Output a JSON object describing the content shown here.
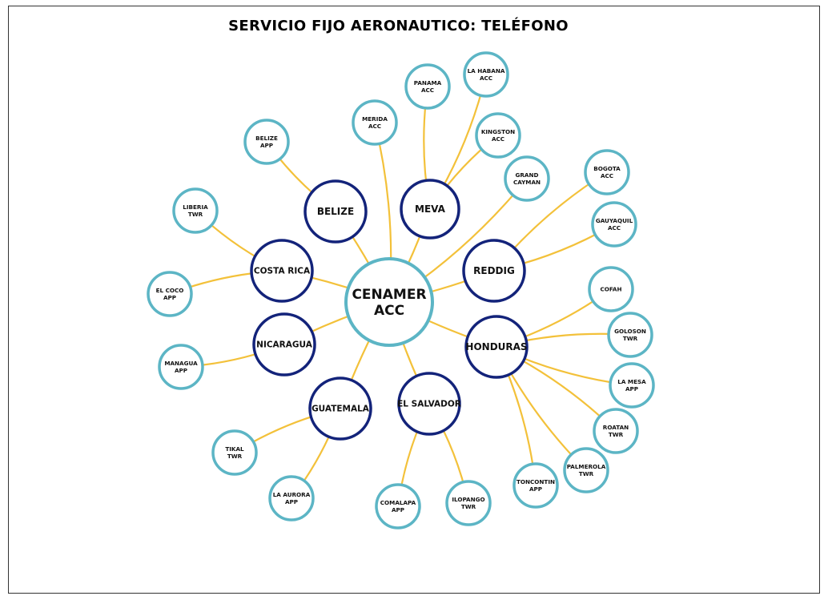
{
  "title": "SERVICIO FIJO AERONAUTICO: TELÉFONO",
  "colors": {
    "center_ring": "#5cb5c5",
    "hub_ring": "#13237a",
    "leaf_ring": "#5cb5c5",
    "edge": "#f3c13a"
  },
  "center": {
    "id": "cenamer",
    "lines": [
      "CENAMER",
      "ACC"
    ]
  },
  "hubs": [
    {
      "id": "belize",
      "lines": [
        "BELIZE"
      ]
    },
    {
      "id": "meva",
      "lines": [
        "MEVA"
      ]
    },
    {
      "id": "reddig",
      "lines": [
        "REDDIG"
      ]
    },
    {
      "id": "costa-rica",
      "lines": [
        "COSTA RICA"
      ]
    },
    {
      "id": "nicaragua",
      "lines": [
        "NICARAGUA"
      ]
    },
    {
      "id": "honduras",
      "lines": [
        "HONDURAS"
      ]
    },
    {
      "id": "guatemala",
      "lines": [
        "GUATEMALA"
      ]
    },
    {
      "id": "el-salvador",
      "lines": [
        "EL SALVADOR"
      ]
    }
  ],
  "leaves": [
    {
      "id": "belize-app",
      "hub": "belize",
      "lines": [
        "BELIZE",
        "APP"
      ]
    },
    {
      "id": "merida-acc",
      "hub": "cenamer",
      "lines": [
        "MERIDA",
        "ACC"
      ]
    },
    {
      "id": "panama-acc",
      "hub": "meva",
      "lines": [
        "PANAMA",
        "ACC"
      ]
    },
    {
      "id": "la-habana-acc",
      "hub": "meva",
      "lines": [
        "LA HABANA",
        "ACC"
      ]
    },
    {
      "id": "kingston-acc",
      "hub": "meva",
      "lines": [
        "KINGSTON",
        "ACC"
      ]
    },
    {
      "id": "grand-cayman",
      "hub": "cenamer",
      "lines": [
        "GRAND",
        "CAYMAN"
      ]
    },
    {
      "id": "bogota-acc",
      "hub": "reddig",
      "lines": [
        "BOGOTA",
        "ACC"
      ]
    },
    {
      "id": "gauyaquil-acc",
      "hub": "reddig",
      "lines": [
        "GAUYAQUIL",
        "ACC"
      ]
    },
    {
      "id": "liberia-twr",
      "hub": "costa-rica",
      "lines": [
        "LIBERIA",
        "TWR"
      ]
    },
    {
      "id": "el-coco-app",
      "hub": "costa-rica",
      "lines": [
        "EL COCO",
        "APP"
      ]
    },
    {
      "id": "managua-app",
      "hub": "nicaragua",
      "lines": [
        "MANAGUA",
        "APP"
      ]
    },
    {
      "id": "cofah",
      "hub": "honduras",
      "lines": [
        "COFAH"
      ]
    },
    {
      "id": "goloson-twr",
      "hub": "honduras",
      "lines": [
        "GOLOSON",
        "TWR"
      ]
    },
    {
      "id": "la-mesa-app",
      "hub": "honduras",
      "lines": [
        "LA MESA",
        "APP"
      ]
    },
    {
      "id": "roatan-twr",
      "hub": "honduras",
      "lines": [
        "ROATAN",
        "TWR"
      ]
    },
    {
      "id": "palmerola-twr",
      "hub": "honduras",
      "lines": [
        "PALMEROLA",
        "TWR"
      ]
    },
    {
      "id": "toncontin-app",
      "hub": "honduras",
      "lines": [
        "TONCONTIN",
        "APP"
      ]
    },
    {
      "id": "tikal-twr",
      "hub": "guatemala",
      "lines": [
        "TIKAL",
        "TWR"
      ]
    },
    {
      "id": "la-aurora-app",
      "hub": "guatemala",
      "lines": [
        "LA AURORA",
        "APP"
      ]
    },
    {
      "id": "comalapa-app",
      "hub": "el-salvador",
      "lines": [
        "COMALAPA",
        "APP"
      ]
    },
    {
      "id": "ilopango-twr",
      "hub": "el-salvador",
      "lines": [
        "ILOPANGO",
        "TWR"
      ]
    }
  ],
  "hub_links": [
    "belize",
    "meva",
    "reddig",
    "costa-rica",
    "nicaragua",
    "honduras",
    "guatemala",
    "el-salvador"
  ]
}
